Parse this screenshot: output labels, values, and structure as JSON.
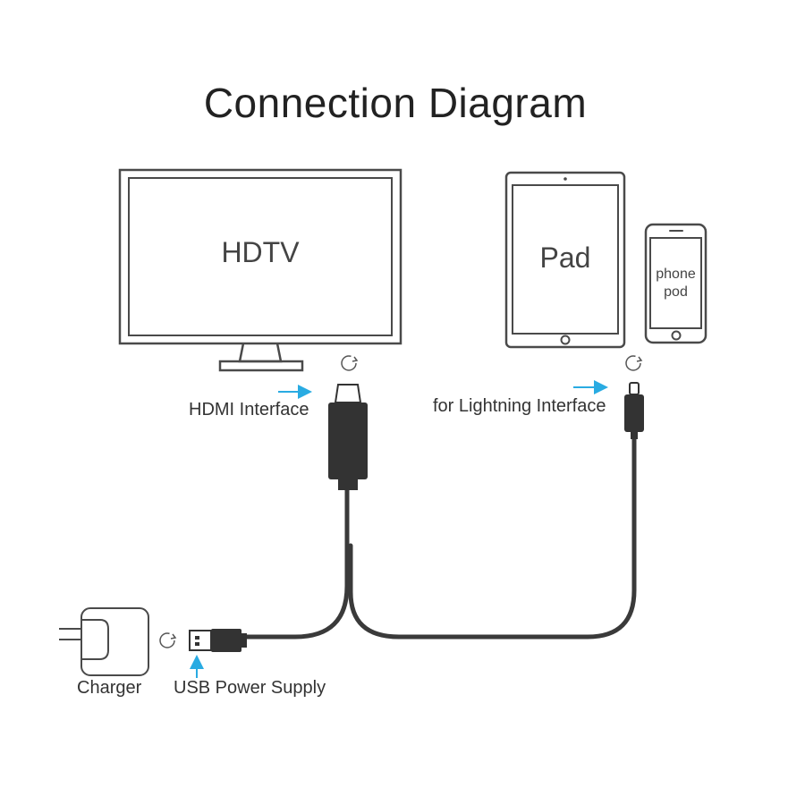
{
  "title": "Connection Diagram",
  "devices": {
    "tv_label": "HDTV",
    "pad_label": "Pad",
    "phone_label_line1": "phone",
    "phone_label_line2": "pod"
  },
  "labels": {
    "hdmi": "HDMI Interface",
    "lightning": "for Lightning Interface",
    "charger": "Charger",
    "usb": "USB Power Supply"
  },
  "colors": {
    "outline": "#4a4a4a",
    "cable": "#3a3a3a",
    "plug": "#333333",
    "arrow": "#29abe2"
  },
  "icons": [
    "rotate-icon",
    "arrow-right-icon",
    "arrow-up-icon",
    "plug-icon"
  ]
}
